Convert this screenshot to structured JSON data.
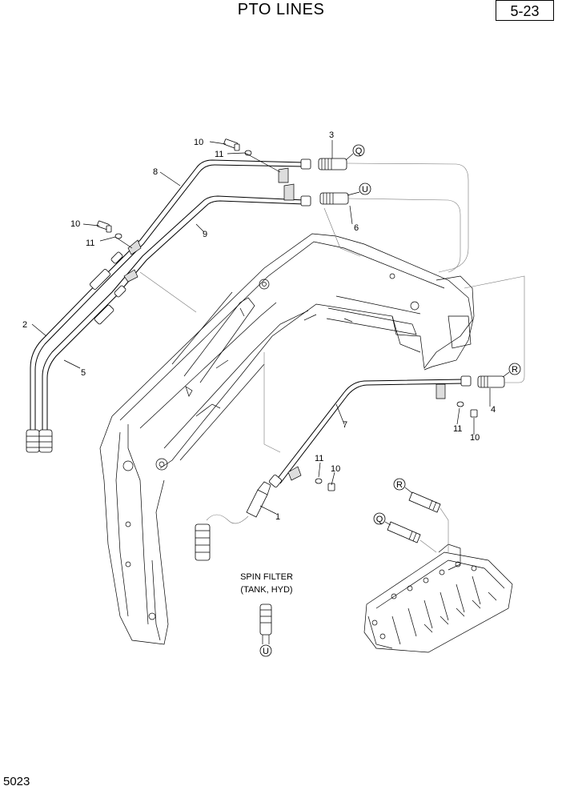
{
  "header": {
    "title": "PTO LINES",
    "page_number": "5-23"
  },
  "footer": {
    "figure_number": "5023"
  },
  "diagram": {
    "caption_line1": "SPIN FILTER",
    "caption_line2": "(TANK, HYD)",
    "callouts": {
      "c1": "1",
      "c2": "2",
      "c3": "3",
      "c4": "4",
      "c5": "5",
      "c6": "6",
      "c7": "7",
      "c8": "8",
      "c9": "9",
      "c10a": "10",
      "c10b": "10",
      "c10c": "10",
      "c10d": "10",
      "c11a": "11",
      "c11b": "11",
      "c11c": "11",
      "c11d": "11"
    },
    "ports": {
      "q_top": "Q",
      "u_top": "U",
      "r_right": "R",
      "r_valve": "R",
      "q_valve": "Q",
      "u_filter": "U"
    }
  }
}
